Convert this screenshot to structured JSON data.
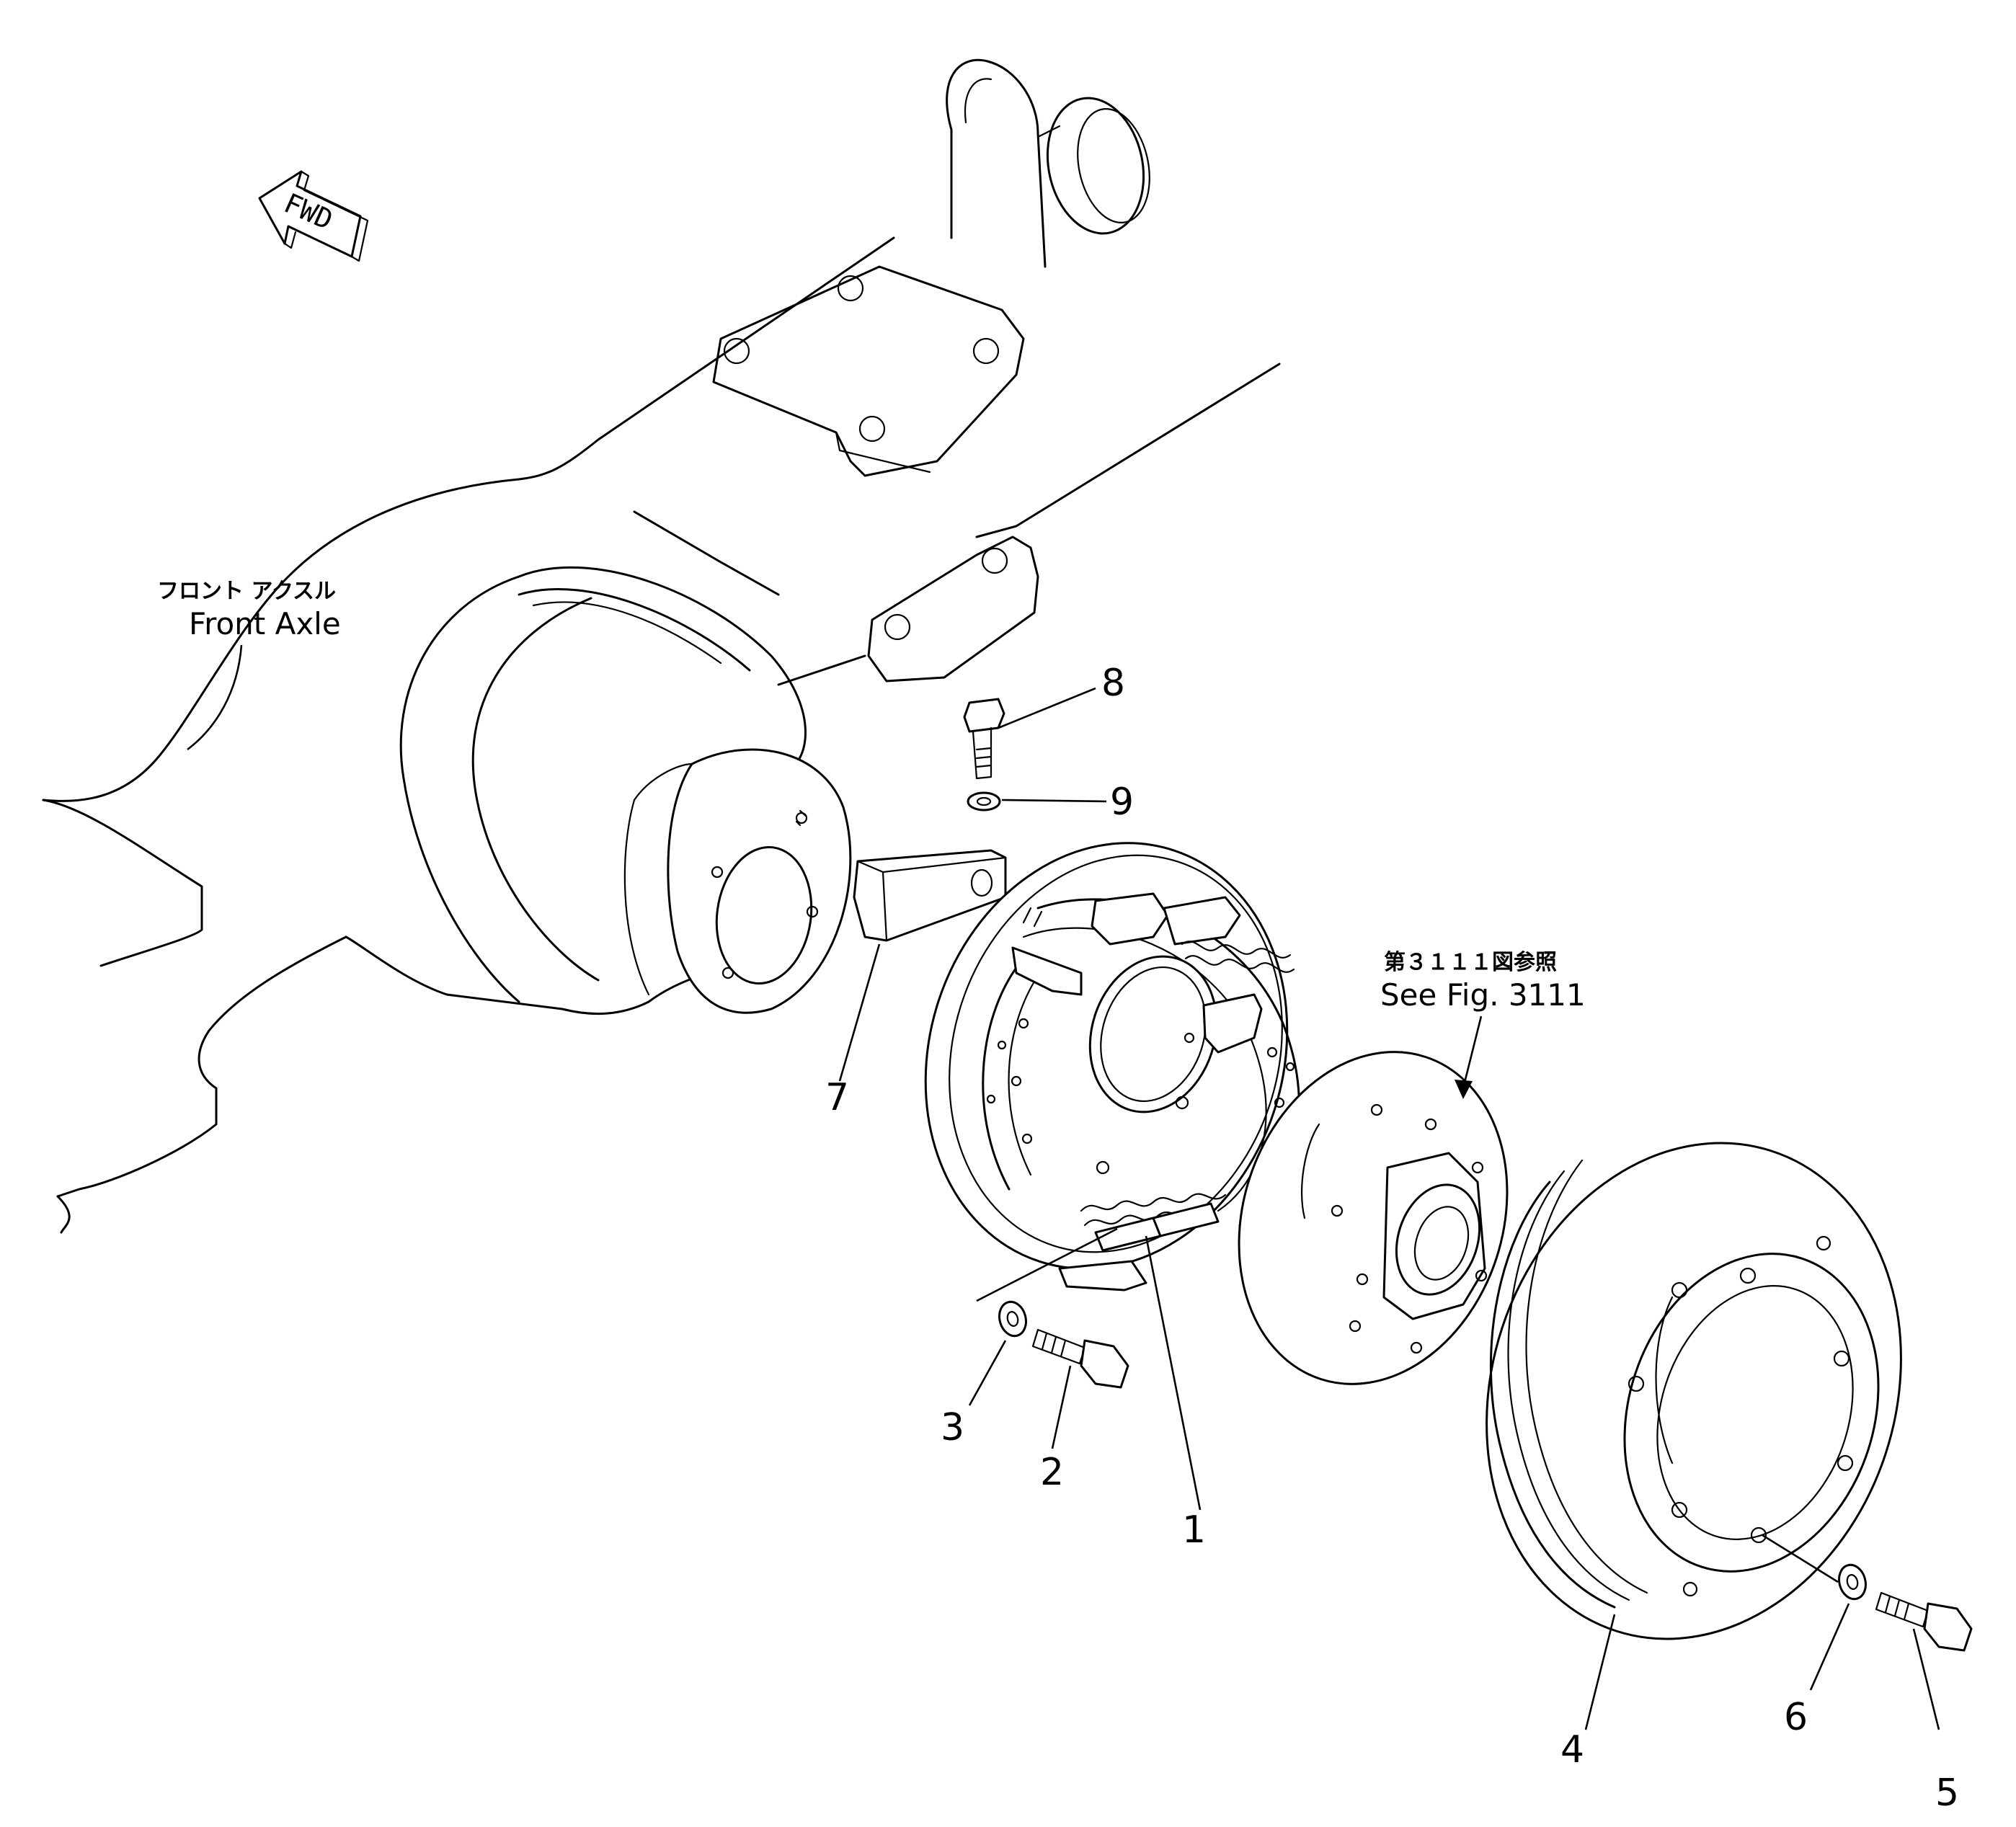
{
  "diagram": {
    "fwd_label": "FWD",
    "front_axle": {
      "label_jp": "フロント アクスル",
      "label_en": "Front Axle"
    },
    "reference": {
      "label_jp": "第３１１１図参照",
      "label_en": "See Fig. 3111"
    },
    "parts": [
      {
        "id": "part-1",
        "number": "1"
      },
      {
        "id": "part-2",
        "number": "2"
      },
      {
        "id": "part-3",
        "number": "3"
      },
      {
        "id": "part-4",
        "number": "4"
      },
      {
        "id": "part-5",
        "number": "5"
      },
      {
        "id": "part-6",
        "number": "6"
      },
      {
        "id": "part-7",
        "number": "7"
      },
      {
        "id": "part-8",
        "number": "8"
      },
      {
        "id": "part-9",
        "number": "9"
      }
    ]
  }
}
